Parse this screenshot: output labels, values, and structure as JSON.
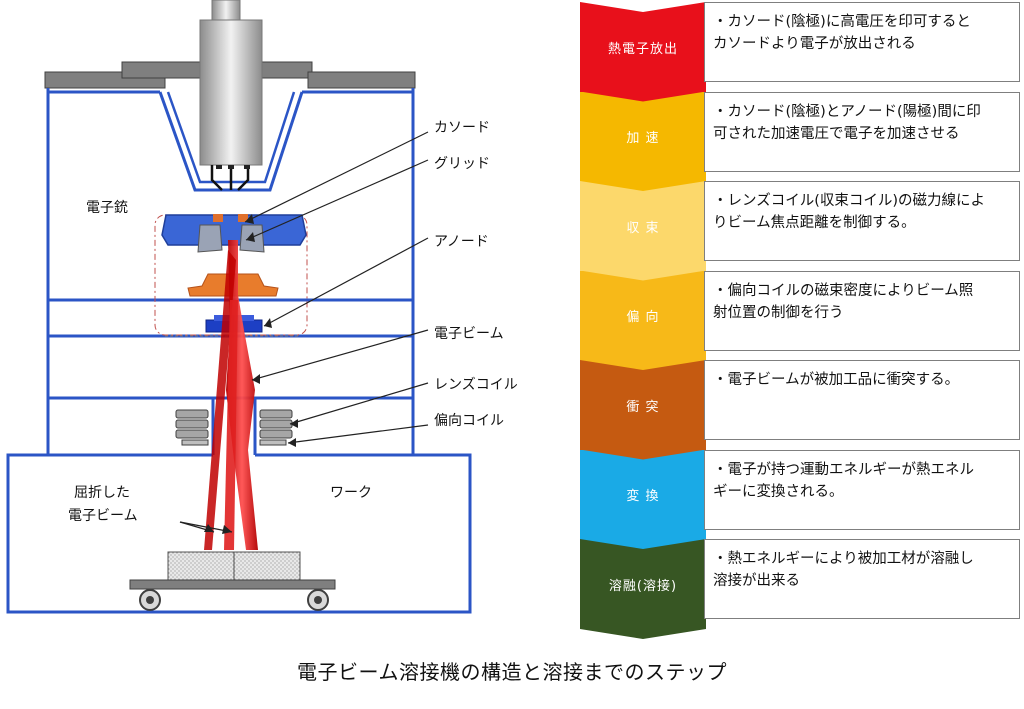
{
  "diagram": {
    "labels": {
      "cathode": "カソード",
      "grid": "グリッド",
      "anode": "アノード",
      "beam": "電子ビーム",
      "lens_coil": "レンズコイル",
      "deflection_coil": "偏向コイル",
      "gun": "電子銃",
      "refracted_line1": "屈折した",
      "refracted_line2": "電子ビーム",
      "work": "ワーク"
    }
  },
  "steps": [
    {
      "title": "熱電子放出",
      "color": "#e8101b",
      "desc": "・カソード(陰極)に高電圧を印可すると\n カソードより電子が放出される"
    },
    {
      "title": "加 速",
      "color": "#f5b800",
      "desc": "・カソード(陰極)とアノード(陽極)間に印\n 可された加速電圧で電子を加速させる"
    },
    {
      "title": "収 束",
      "color": "#fcd86b",
      "desc": "・レンズコイル(収束コイル)の磁力線によ\n りビーム焦点距離を制御する。"
    },
    {
      "title": "偏 向",
      "color": "#f7b918",
      "desc": "・偏向コイルの磁束密度によりビーム照\n 射位置の制御を行う"
    },
    {
      "title": "衝 突",
      "color": "#c55a11",
      "desc": "・電子ビームが被加工品に衝突する。"
    },
    {
      "title": "変 換",
      "color": "#1aaae6",
      "desc": "・電子が持つ運動エネルギーが熱エネル\n ギーに変換される。"
    },
    {
      "title": "溶融(溶接)",
      "color": "#375623",
      "desc": "・熱エネルギーにより被加工材が溶融し\n 溶接が出来る"
    }
  ],
  "caption": "電子ビーム溶接機の構造と溶接までのステップ"
}
